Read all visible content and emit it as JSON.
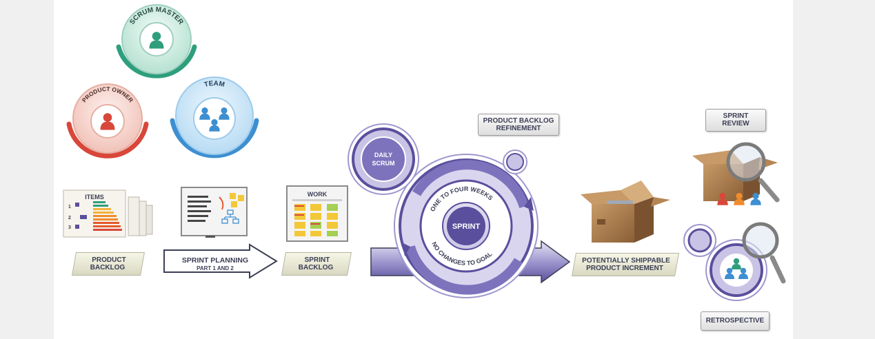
{
  "roles": {
    "scrum_master": "SCRUM MASTER",
    "product_owner": "PRODUCT OWNER",
    "team": "TEAM"
  },
  "artifacts": {
    "items_header": "ITEMS",
    "item_numbers": [
      "1",
      "2",
      "3"
    ],
    "work_header": "WORK"
  },
  "labels": {
    "product_backlog": [
      "PRODUCT",
      "BACKLOG"
    ],
    "sprint_planning": "SPRINT PLANNING",
    "sprint_planning_sub": "PART 1 AND 2",
    "sprint_backlog": [
      "SPRINT",
      "BACKLOG"
    ],
    "daily_scrum": [
      "DAILY",
      "SCRUM"
    ],
    "backlog_refinement": [
      "PRODUCT BACKLOG",
      "REFINEMENT"
    ],
    "sprint": "SPRINT",
    "sprint_ring_top": "ONE TO FOUR WEEKS",
    "sprint_ring_bottom": "NO CHANGES TO GOAL",
    "increment": [
      "POTENTIALLY SHIPPABLE",
      "PRODUCT INCREMENT"
    ],
    "sprint_review": [
      "SPRINT",
      "REVIEW"
    ],
    "retrospective": "RETROSPECTIVE"
  },
  "colors": {
    "scrum_master": "#2e9e7c",
    "product_owner": "#d8473a",
    "team": "#3d8fd1",
    "purple": "#5a4f9c",
    "purple_light": "#c9c4e6",
    "cardboard": "#a8794a",
    "side_band": "#f0f0f0"
  },
  "icons": {
    "person": "person-icon",
    "magnifier": "magnifier-icon",
    "box": "cardboard-box-icon"
  }
}
